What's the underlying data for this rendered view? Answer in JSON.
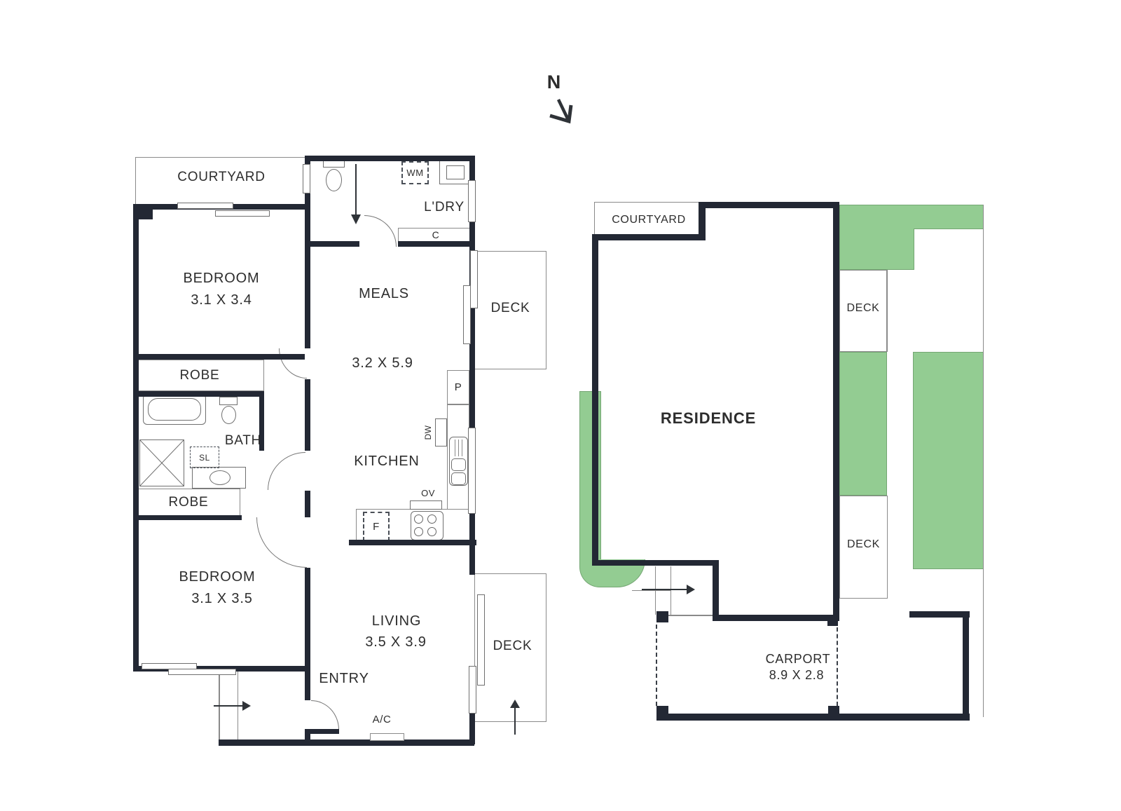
{
  "north": {
    "label": "N"
  },
  "floor_plan": {
    "courtyard_label": "COURTYARD",
    "bedroom1_label": "BEDROOM",
    "bedroom1_dims": "3.1 X 3.4",
    "ldry_label": "L'DRY",
    "wm_label": "WM",
    "cupboard_label": "C",
    "meals_label": "MEALS",
    "meals_dims": "3.2 X 5.9",
    "deck_top_label": "DECK",
    "robe1_label": "ROBE",
    "bath_label": "BATH",
    "sl_label": "SL",
    "robe2_label": "ROBE",
    "bedroom2_label": "BEDROOM",
    "bedroom2_dims": "3.1 X 3.5",
    "kitchen_label": "KITCHEN",
    "pantry_label": "P",
    "dishwasher_label": "DW",
    "oven_label": "OV",
    "fridge_label": "F",
    "living_label": "LIVING",
    "living_dims": "3.5 X 3.9",
    "entry_label": "ENTRY",
    "ac_label": "A/C",
    "deck_bottom_label": "DECK"
  },
  "site_plan": {
    "courtyard_label": "COURTYARD",
    "residence_label": "RESIDENCE",
    "deck_upper_label": "DECK",
    "deck_lower_label": "DECK",
    "carport_label": "CARPORT",
    "carport_dims": "8.9 X 2.8"
  },
  "colors": {
    "wall": "#232834",
    "grass": "#93cc92",
    "grass_border": "#74a673",
    "line": "#8a8a8a",
    "text": "#2d2d2d",
    "arrow": "#2f3338"
  }
}
